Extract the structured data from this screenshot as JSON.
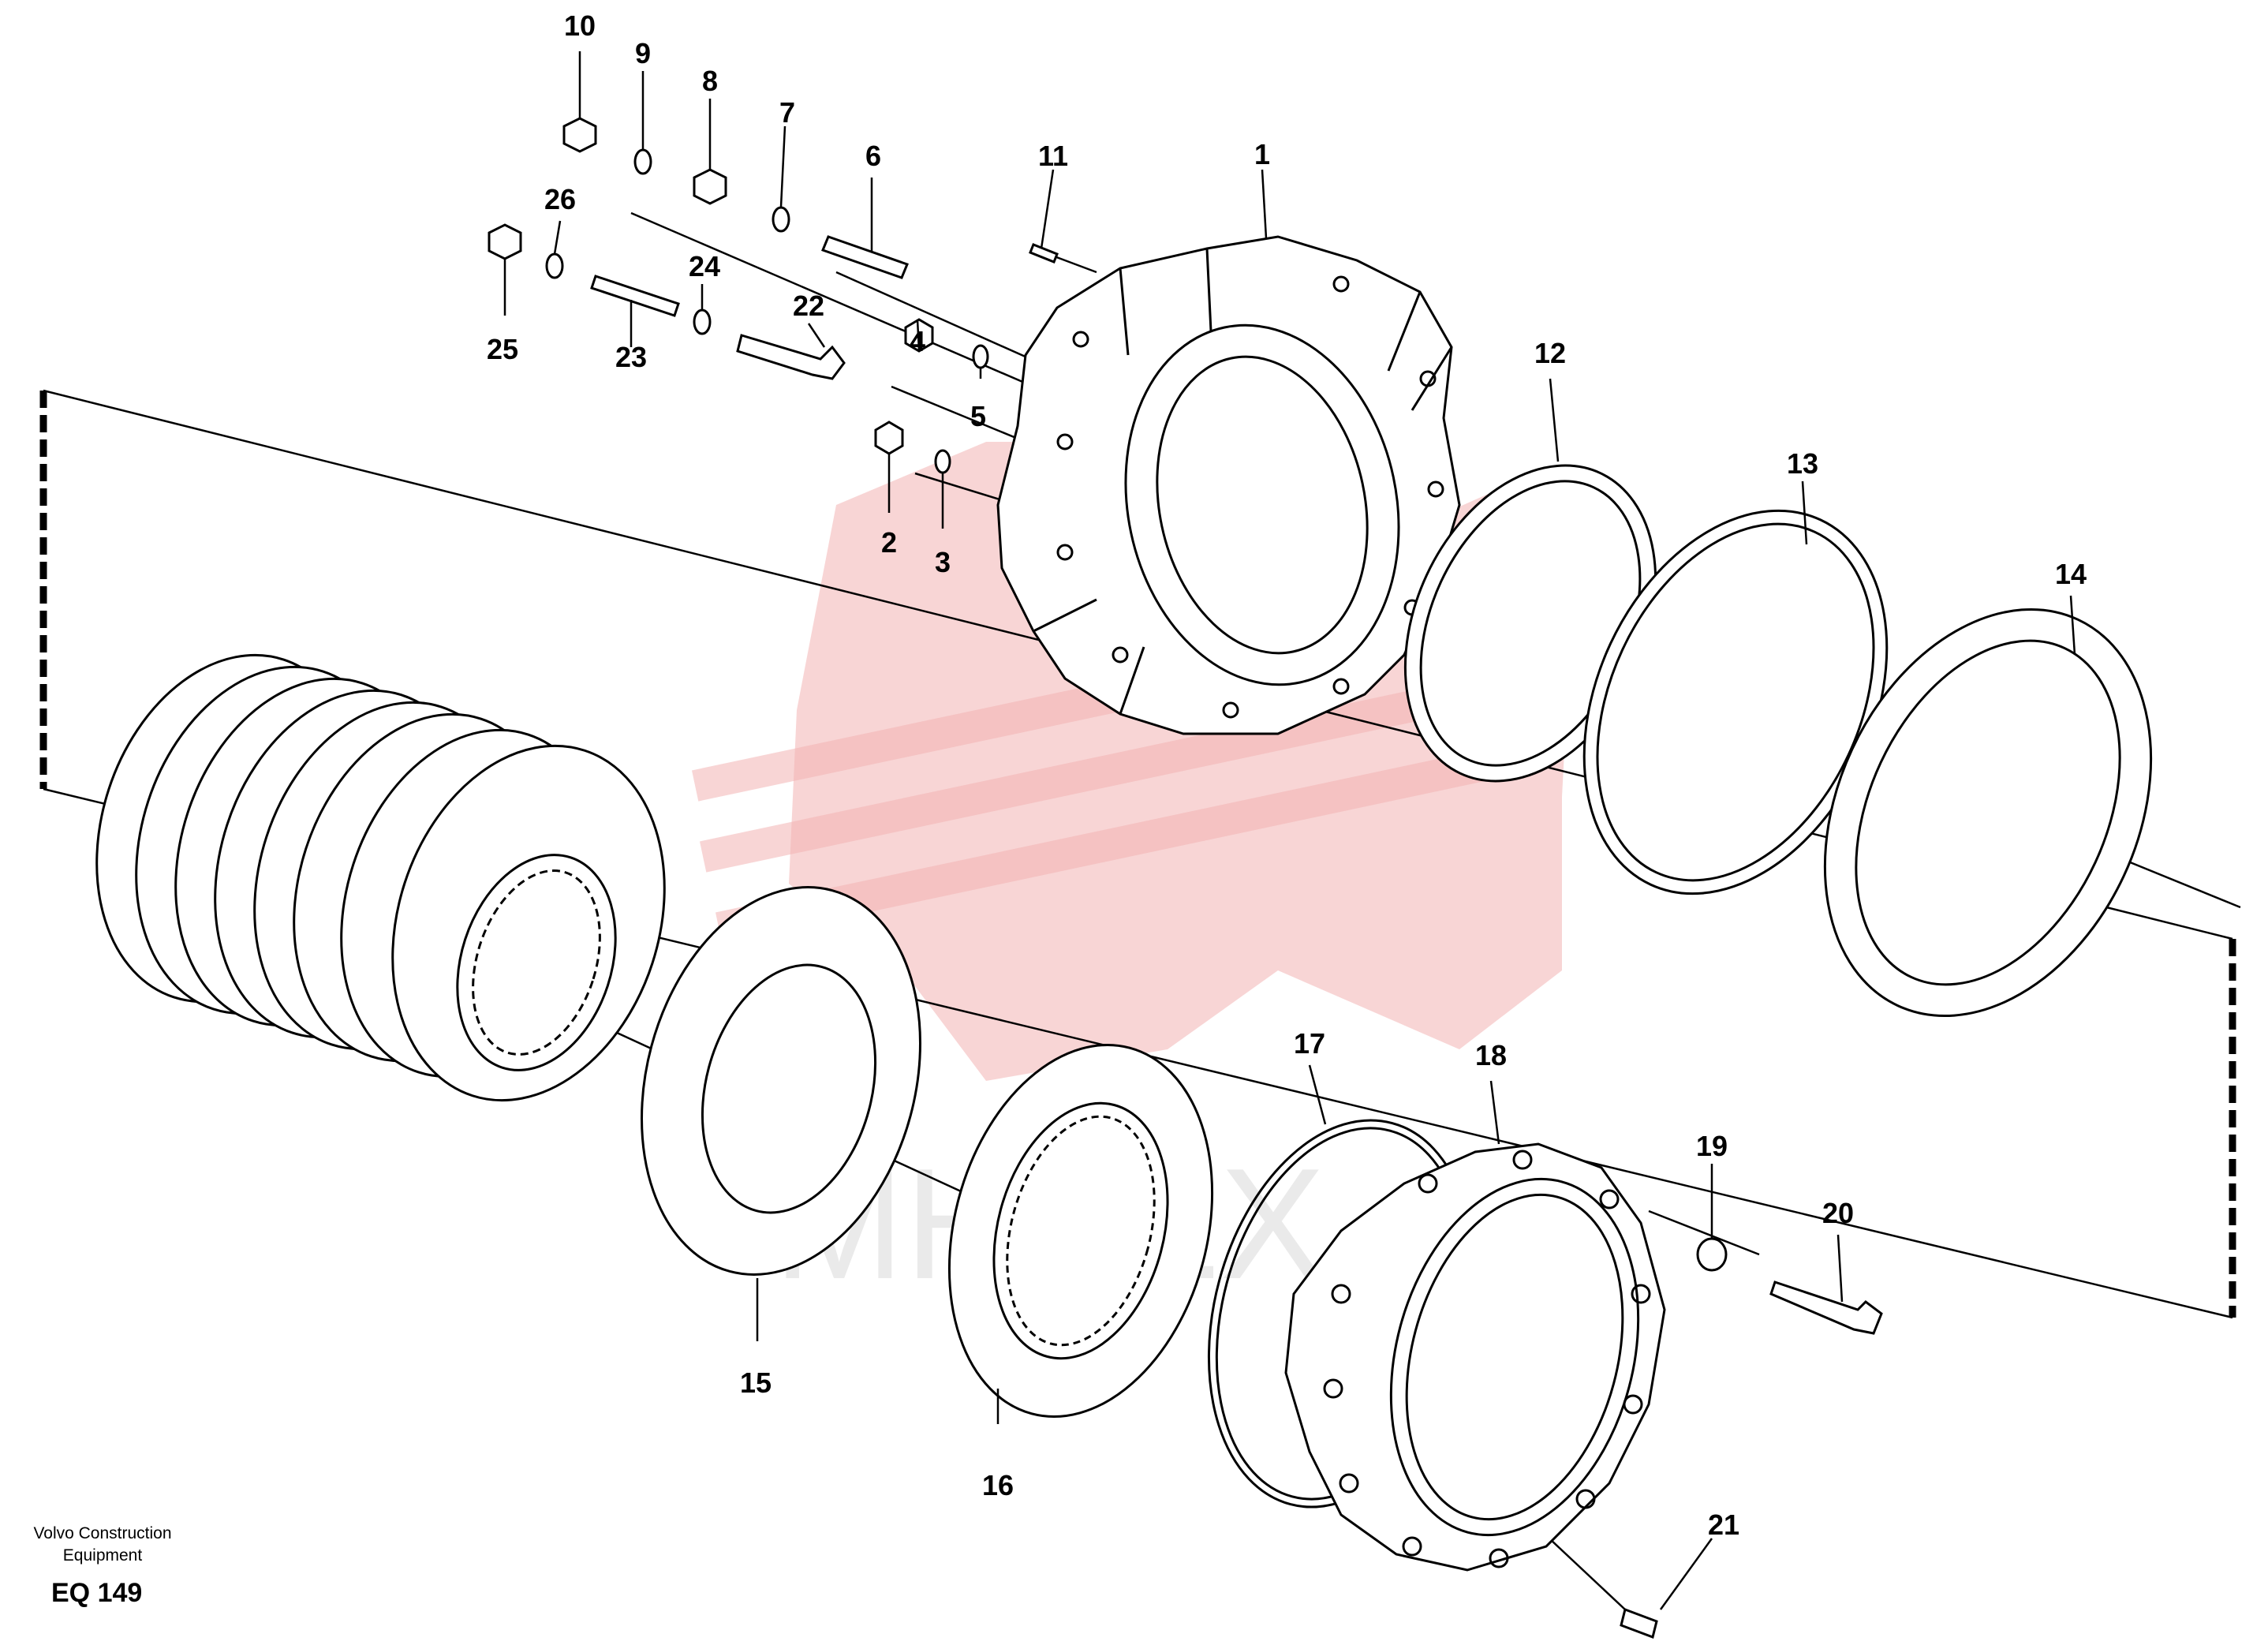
{
  "footer": {
    "company_line1": "Volvo Construction",
    "company_line2": "Equipment",
    "code": "EQ 149"
  },
  "watermark": {
    "text": "MHTEX",
    "color": "#f2b3b3"
  },
  "parts": [
    {
      "id": "1",
      "label": "1"
    },
    {
      "id": "2",
      "label": "2"
    },
    {
      "id": "3",
      "label": "3"
    },
    {
      "id": "4",
      "label": "4"
    },
    {
      "id": "5",
      "label": "5"
    },
    {
      "id": "6",
      "label": "6"
    },
    {
      "id": "7",
      "label": "7"
    },
    {
      "id": "8",
      "label": "8"
    },
    {
      "id": "9",
      "label": "9"
    },
    {
      "id": "10",
      "label": "10"
    },
    {
      "id": "11",
      "label": "11"
    },
    {
      "id": "12",
      "label": "12"
    },
    {
      "id": "13",
      "label": "13"
    },
    {
      "id": "14",
      "label": "14"
    },
    {
      "id": "15",
      "label": "15"
    },
    {
      "id": "16",
      "label": "16"
    },
    {
      "id": "17",
      "label": "17"
    },
    {
      "id": "18",
      "label": "18"
    },
    {
      "id": "19",
      "label": "19"
    },
    {
      "id": "20",
      "label": "20"
    },
    {
      "id": "21",
      "label": "21"
    },
    {
      "id": "22",
      "label": "22"
    },
    {
      "id": "23",
      "label": "23"
    },
    {
      "id": "24",
      "label": "24"
    },
    {
      "id": "25",
      "label": "25"
    },
    {
      "id": "26",
      "label": "26"
    }
  ]
}
